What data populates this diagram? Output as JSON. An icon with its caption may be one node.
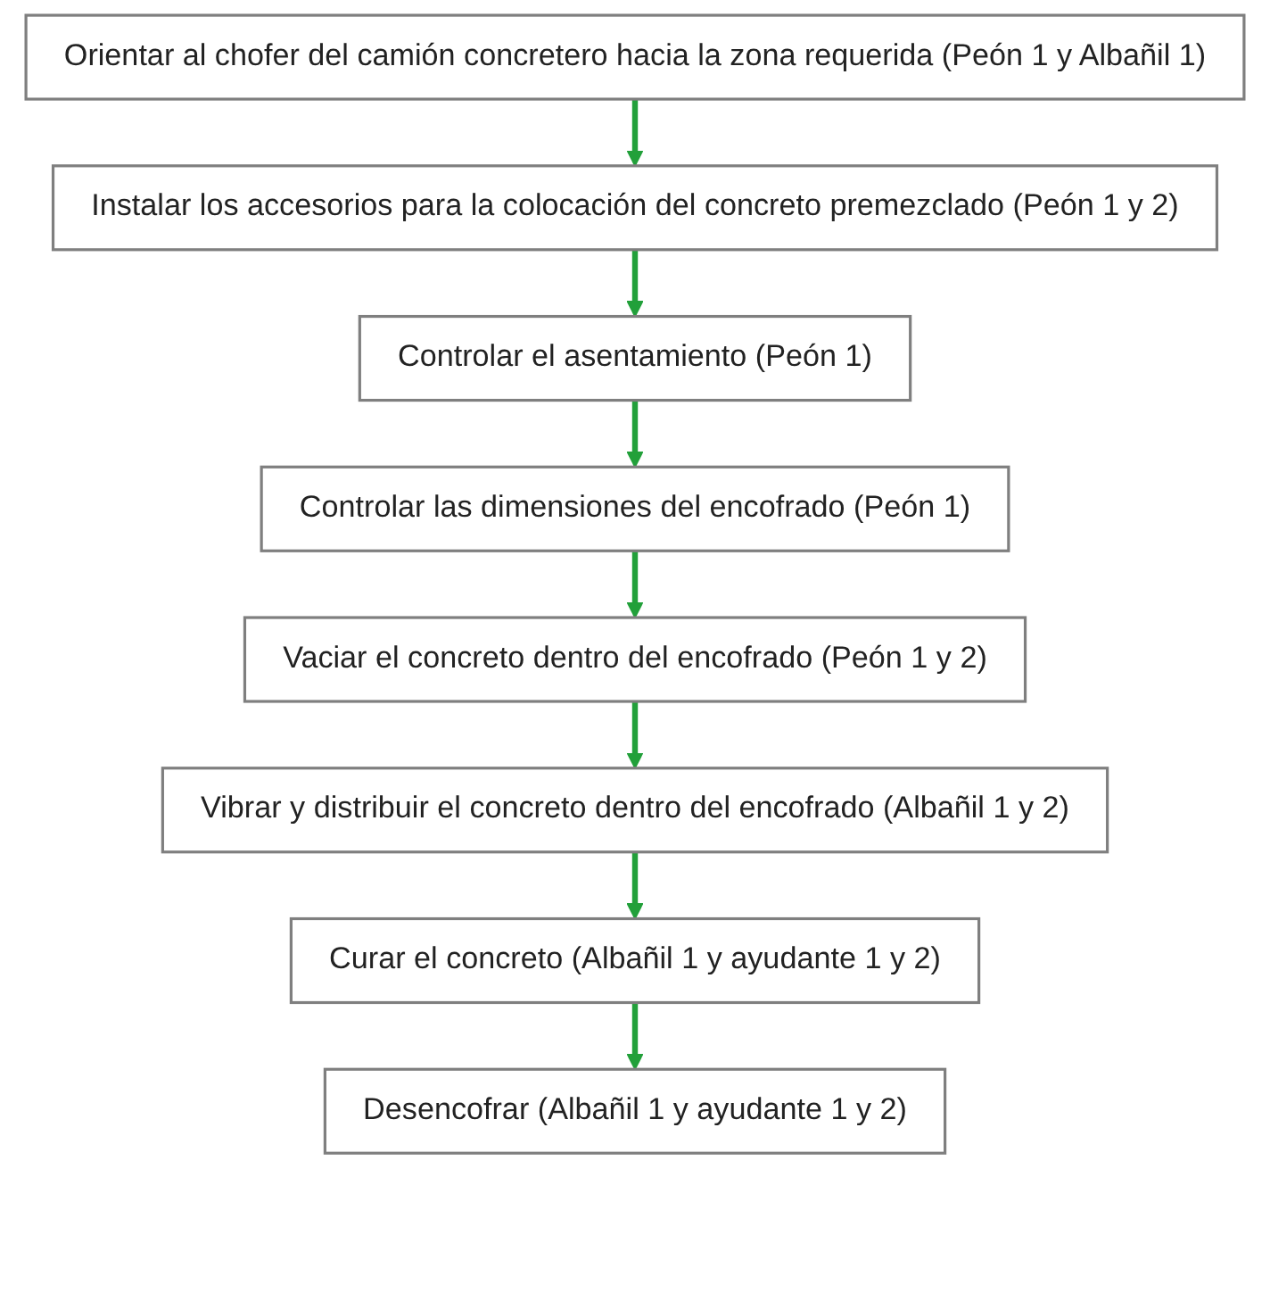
{
  "diagram": {
    "nodes": [
      {
        "text": [
          "Orientar al chofer del camión concretero hacia la zona requerida (Peón 1 y Albañil 1)"
        ]
      },
      {
        "text": [
          "Instalar los accesorios para la colocación del concreto premezclado (Peón 1 y 2)"
        ]
      },
      {
        "text": [
          "Controlar el asentamiento (Peón 1)"
        ]
      },
      {
        "text": [
          "Controlar las dimensiones del encofrado (Peón 1)"
        ]
      },
      {
        "text": [
          "Vaciar el concreto dentro del encofrado (Peón 1 y 2)"
        ]
      },
      {
        "text": [
          "Vibrar y distribuir el concreto dentro del encofrado (Albañil 1 y 2)"
        ]
      },
      {
        "text": [
          "Curar el concreto (Albañil 1 y ayudante 1 y 2)"
        ]
      },
      {
        "text": [
          "Desencofrar (Albañil 1 y ayudante 1 y 2)"
        ]
      }
    ],
    "edges": [
      {
        "from": 0,
        "to": 1,
        "arrow": "to"
      },
      {
        "from": 1,
        "to": 2,
        "arrow": "to"
      },
      {
        "from": 2,
        "to": 3,
        "arrow": "to"
      },
      {
        "from": 3,
        "to": 4,
        "arrow": "to"
      },
      {
        "from": 4,
        "to": 5,
        "arrow": "to"
      },
      {
        "from": 5,
        "to": 6,
        "arrow": "to"
      },
      {
        "from": 6,
        "to": 7,
        "arrow": "to"
      }
    ]
  }
}
